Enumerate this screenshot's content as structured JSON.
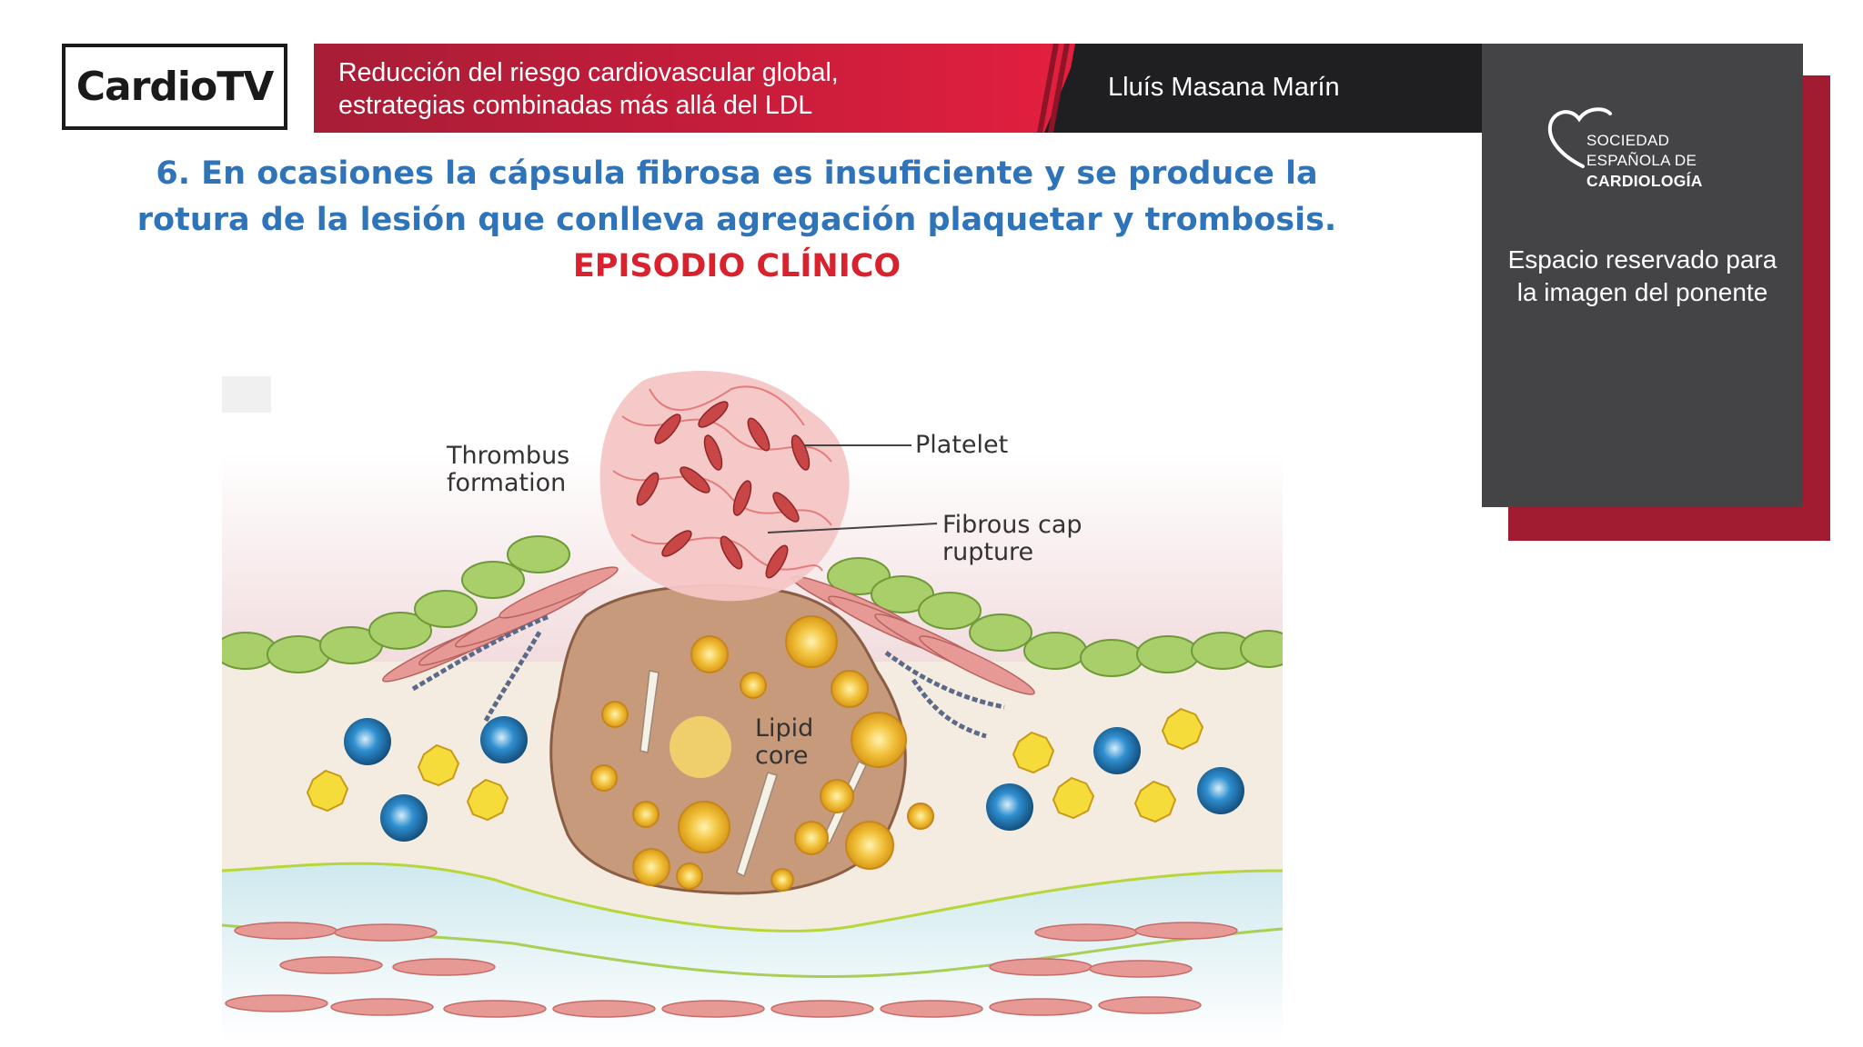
{
  "header": {
    "logo": "CardioTV",
    "title_lines": [
      "Reducción del riesgo cardiovascular global,",
      "estrategias combinadas más allá del LDL"
    ],
    "speaker": "Lluís Masana Marín"
  },
  "side_panel": {
    "society_lines": [
      "SOCIEDAD",
      "ESPAÑOLA DE",
      "CARDIOLOGÍA"
    ],
    "placeholder_lines": [
      "Espacio reservado para",
      "la imagen del ponente"
    ]
  },
  "slide": {
    "heading_lines": [
      "6. En ocasiones la cápsula fibrosa es insuficiente y se produce la",
      "rotura de la lesión que conlleva agregación plaquetar  y trombosis."
    ],
    "subheading": "EPISODIO CLÍNICO"
  },
  "figure": {
    "labels": {
      "thrombus": [
        "Thrombus",
        "formation"
      ],
      "platelet": "Platelet",
      "fibrous_cap": [
        "Fibrous cap",
        "rupture"
      ],
      "lipid_core": [
        "Lipid",
        "core"
      ]
    }
  },
  "colors": {
    "brand_red": "#c61d3b",
    "heading_blue": "#2f74b8",
    "clinical_red": "#d8232e",
    "panel_dark": "#444447"
  }
}
